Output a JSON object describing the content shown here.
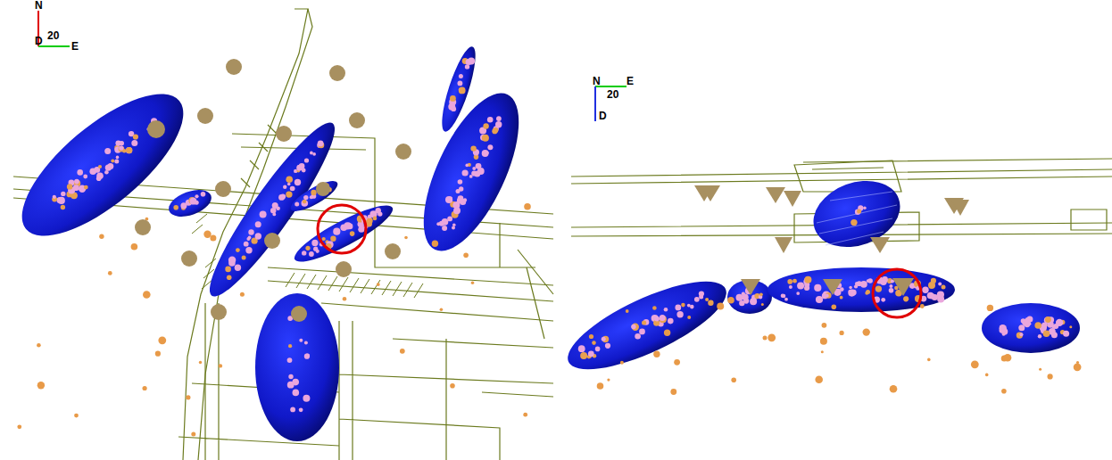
{
  "diagram": {
    "labels": [
      "N",
      "20",
      "D",
      "E",
      "N",
      "E",
      "20",
      "D"
    ]
  }
}
